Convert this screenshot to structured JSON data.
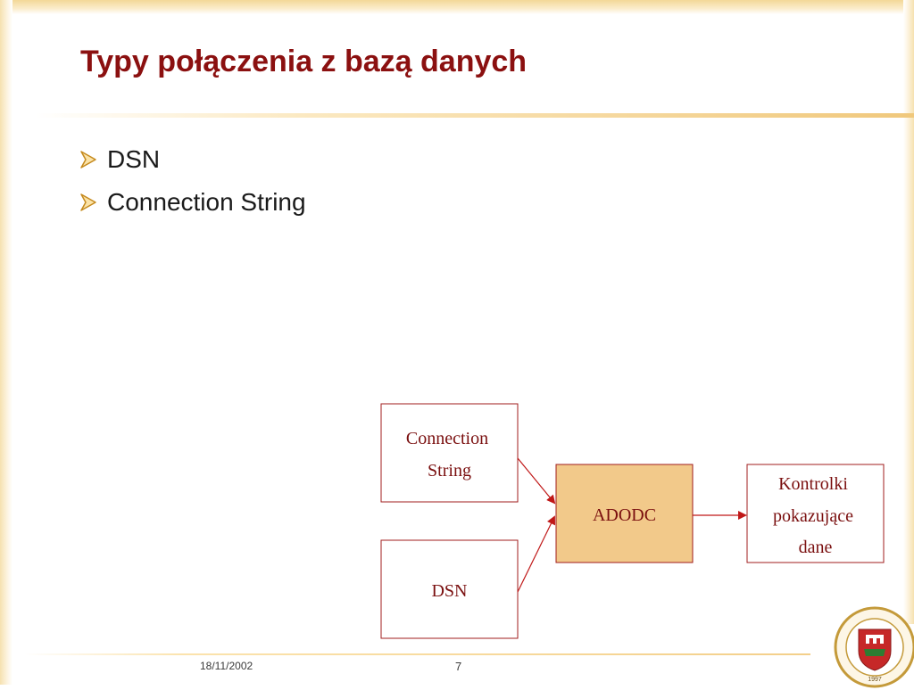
{
  "slide": {
    "title": "Typy połączenia z bazą danych",
    "bullets": [
      "DSN",
      "Connection String"
    ]
  },
  "diagram": {
    "nodes": {
      "connection_string": [
        "Connection",
        "String"
      ],
      "dsn": [
        "DSN"
      ],
      "adodc": [
        "ADODC"
      ],
      "controls": [
        "Kontrolki",
        "pokazujące",
        "dane"
      ]
    },
    "colors": {
      "box_border": "#a01c1c",
      "text": "#7a0f0f",
      "arrow": "#c01818",
      "adodc_fill": "#f2c98a"
    }
  },
  "footer": {
    "date": "18/11/2002",
    "page": "7"
  },
  "logo": {
    "year": "1997",
    "icon": "university-seal-icon"
  }
}
